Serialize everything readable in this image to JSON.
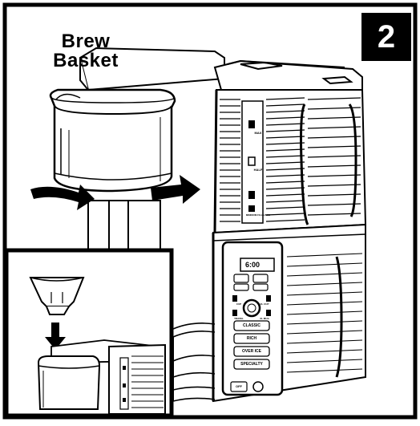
{
  "header": {
    "title_line1": "Brew",
    "title_line2": "Basket",
    "step_number": "2"
  },
  "machine": {
    "clock_display": "6:00",
    "reservoir_marks": [
      "MAX",
      "HALF",
      "MINIMUM FILL LINES"
    ],
    "brew_buttons": [
      "CLASSIC",
      "RICH",
      "OVER ICE",
      "SPECIALTY"
    ],
    "size_labels": [
      "CUP",
      "XL CUP",
      "TRAVEL",
      "XL MUG"
    ],
    "power_button_label": "OFF"
  },
  "colors": {
    "line": "#000000",
    "background": "#ffffff",
    "badge": "#000000"
  }
}
